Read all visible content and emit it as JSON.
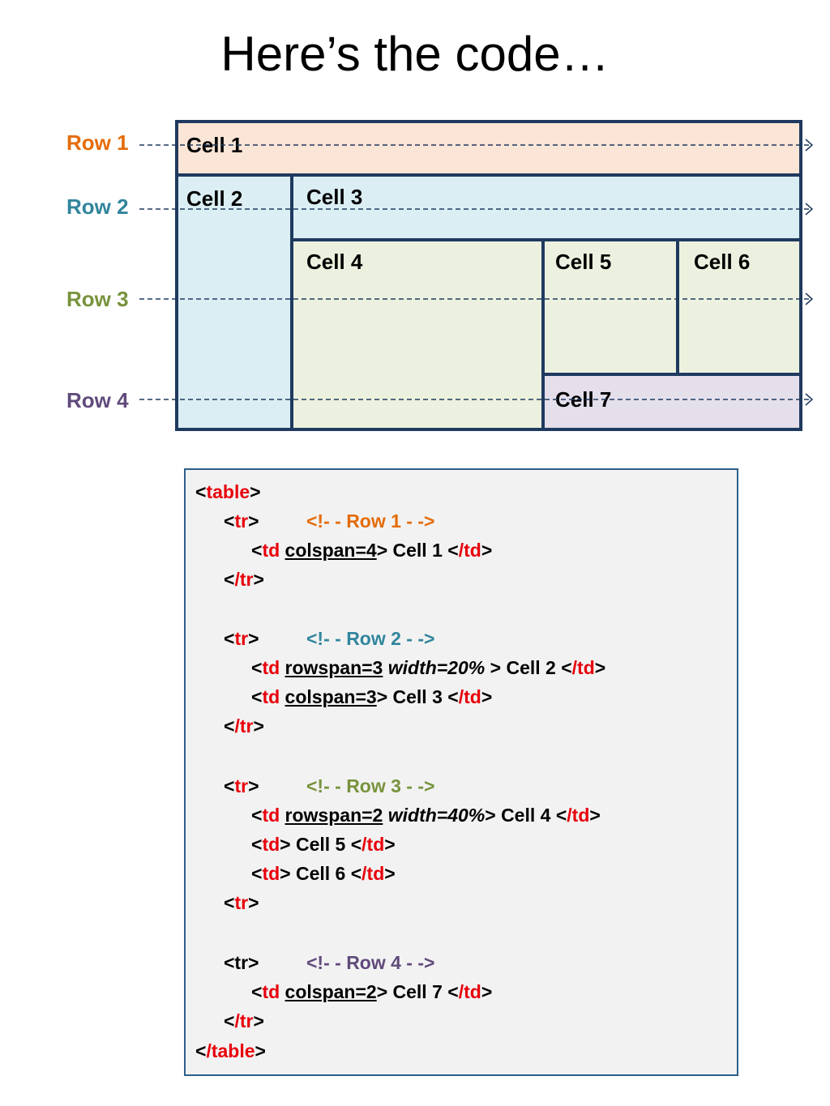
{
  "title": "Here’s the code…",
  "colors": {
    "border": "#1f3a5f",
    "row1": "#e46c0a",
    "row2": "#31859c",
    "row3": "#77933c",
    "row4": "#604a7b",
    "cell1_fill": "#fbe5d6",
    "cell2_fill": "#dbeef4",
    "cell4_fill": "#ebf1de",
    "cell7_fill": "#e5dfec",
    "code_bg": "#f2f2f2",
    "code_red": "#e8000b"
  },
  "row_labels": [
    "Row 1",
    "Row 2",
    "Row 3",
    "Row 4"
  ],
  "cells": [
    "Cell 1",
    "Cell 2",
    "Cell 3",
    "Cell 4",
    "Cell 5",
    "Cell 6",
    "Cell 7"
  ],
  "code": {
    "lt": "<",
    "gt": ">",
    "close_lt": "</",
    "table": "table",
    "tr": "tr",
    "td": "td",
    "slash_td": "/td",
    "slash_tr": "/tr",
    "slash_table": "/table",
    "comments": [
      "<!- - Row 1 - ->",
      "<!- - Row 2 - ->",
      "<!- - Row 3 - ->",
      "<!- - Row 4 - ->"
    ],
    "attrs": {
      "colspan4": "colspan=4",
      "rowspan3": "rowspan=3",
      "width20": "width=20%",
      "colspan3": "colspan=3",
      "rowspan2": "rowspan=2",
      "width40": "width=40%",
      "colspan2": "colspan=2"
    },
    "contents": {
      "cell1": "> Cell 1 <",
      "cell2": " > Cell 2 <",
      "cell3": "> Cell 3 <",
      "cell4": "> Cell 4 <",
      "cell5": "> Cell 5 <",
      "cell6": "> Cell 6 <",
      "cell7": "> Cell 7 <"
    },
    "plain_tr_open": "<tr>"
  }
}
